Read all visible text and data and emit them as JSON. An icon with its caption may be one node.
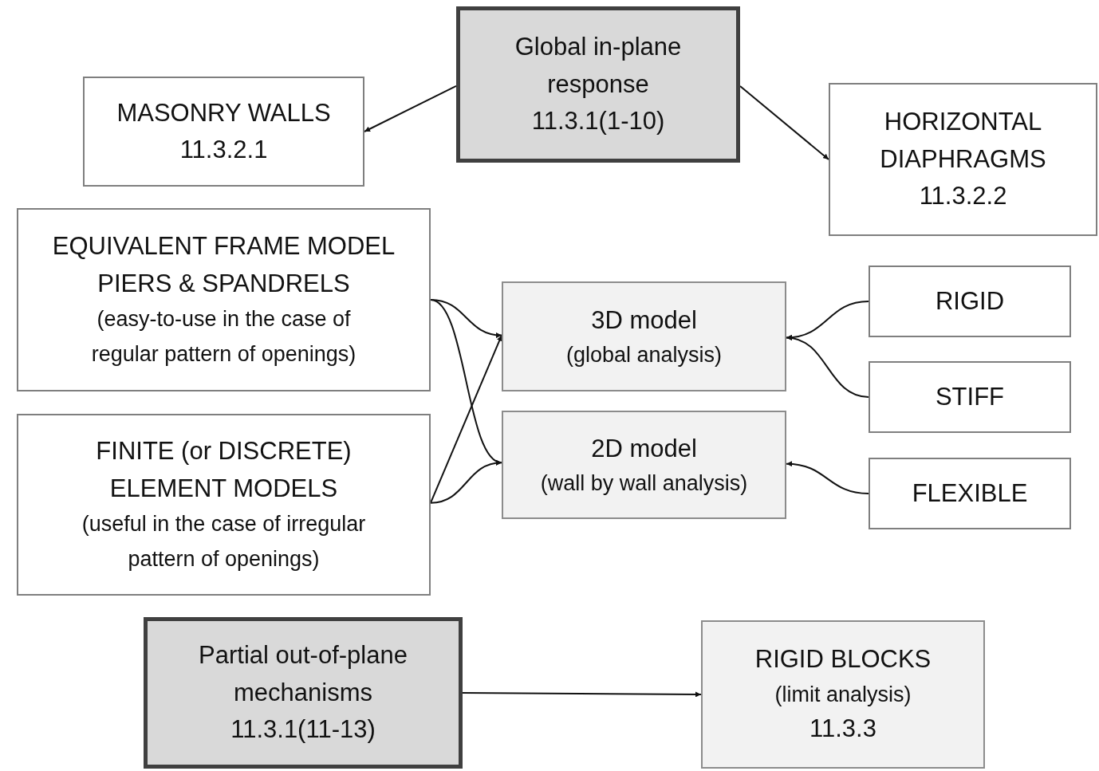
{
  "diagram": {
    "nodes": [
      {
        "text": [
          "Global in-plane response",
          "11.3.1(1-10)"
        ]
      },
      {
        "text": [
          "MASONRY WALLS",
          "11.3.2.1"
        ]
      },
      {
        "text": [
          "HORIZONTAL DIAPHRAGMS",
          "11.3.2.2"
        ]
      },
      {
        "text": [
          "EQUIVALENT FRAME MODEL PIERS & SPANDRELS",
          "(easy-to-use in the case of regular pattern of openings)"
        ]
      },
      {
        "text": [
          "FINITE (or DISCRETE) ELEMENT MODELS",
          "(useful in the case of irregular pattern of openings)"
        ]
      },
      {
        "text": [
          "3D model",
          "(global analysis)"
        ]
      },
      {
        "text": [
          "2D model",
          "(wall by wall analysis)"
        ]
      },
      {
        "text": [
          "RIGID"
        ]
      },
      {
        "text": [
          "STIFF"
        ]
      },
      {
        "text": [
          "FLEXIBLE"
        ]
      },
      {
        "text": [
          "Partial out-of-plane mechanisms",
          "11.3.1(11-13)"
        ]
      },
      {
        "text": [
          "RIGID BLOCKS",
          "(limit analysis)",
          "11.3.3"
        ]
      }
    ],
    "edges": [
      {
        "from": 0,
        "to": 1,
        "arrow": "to"
      },
      {
        "from": 0,
        "to": 2,
        "arrow": "to"
      },
      {
        "from": 3,
        "to": 5,
        "arrow": "to"
      },
      {
        "from": 3,
        "to": 6,
        "arrow": "to"
      },
      {
        "from": 4,
        "to": 5,
        "arrow": "to"
      },
      {
        "from": 4,
        "to": 6,
        "arrow": "to"
      },
      {
        "from": 7,
        "to": 5,
        "arrow": "to"
      },
      {
        "from": 8,
        "to": 5,
        "arrow": "to"
      },
      {
        "from": 9,
        "to": 6,
        "arrow": "to"
      },
      {
        "from": 10,
        "to": 11,
        "arrow": "to"
      }
    ]
  }
}
